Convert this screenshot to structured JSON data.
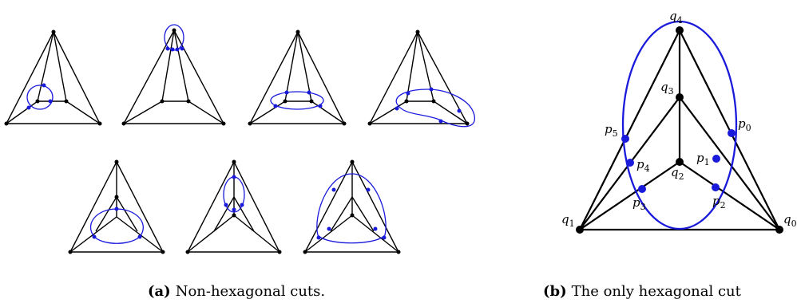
{
  "captions": {
    "a": {
      "tag": "(a)",
      "text": "Non-hexagonal cuts."
    },
    "b": {
      "tag": "(b)",
      "text": "The only hexagonal cut"
    }
  },
  "labels": [
    {
      "id": "q4",
      "base": "q",
      "sub": "4"
    },
    {
      "id": "q3",
      "base": "q",
      "sub": "3"
    },
    {
      "id": "q2",
      "base": "q",
      "sub": "2"
    },
    {
      "id": "q1",
      "base": "q",
      "sub": "1"
    },
    {
      "id": "q0",
      "base": "q",
      "sub": "0"
    },
    {
      "id": "p0",
      "base": "p",
      "sub": "0"
    },
    {
      "id": "p1",
      "base": "p",
      "sub": "1"
    },
    {
      "id": "p2",
      "base": "p",
      "sub": "2"
    },
    {
      "id": "p3",
      "base": "p",
      "sub": "3"
    },
    {
      "id": "p4",
      "base": "p",
      "sub": "4"
    },
    {
      "id": "p5",
      "base": "p",
      "sub": "5"
    }
  ],
  "colors": {
    "edge": "#000000",
    "cut": "#1a1adb",
    "vertex": "#000000",
    "cut_vertex": "#1a1adb"
  }
}
